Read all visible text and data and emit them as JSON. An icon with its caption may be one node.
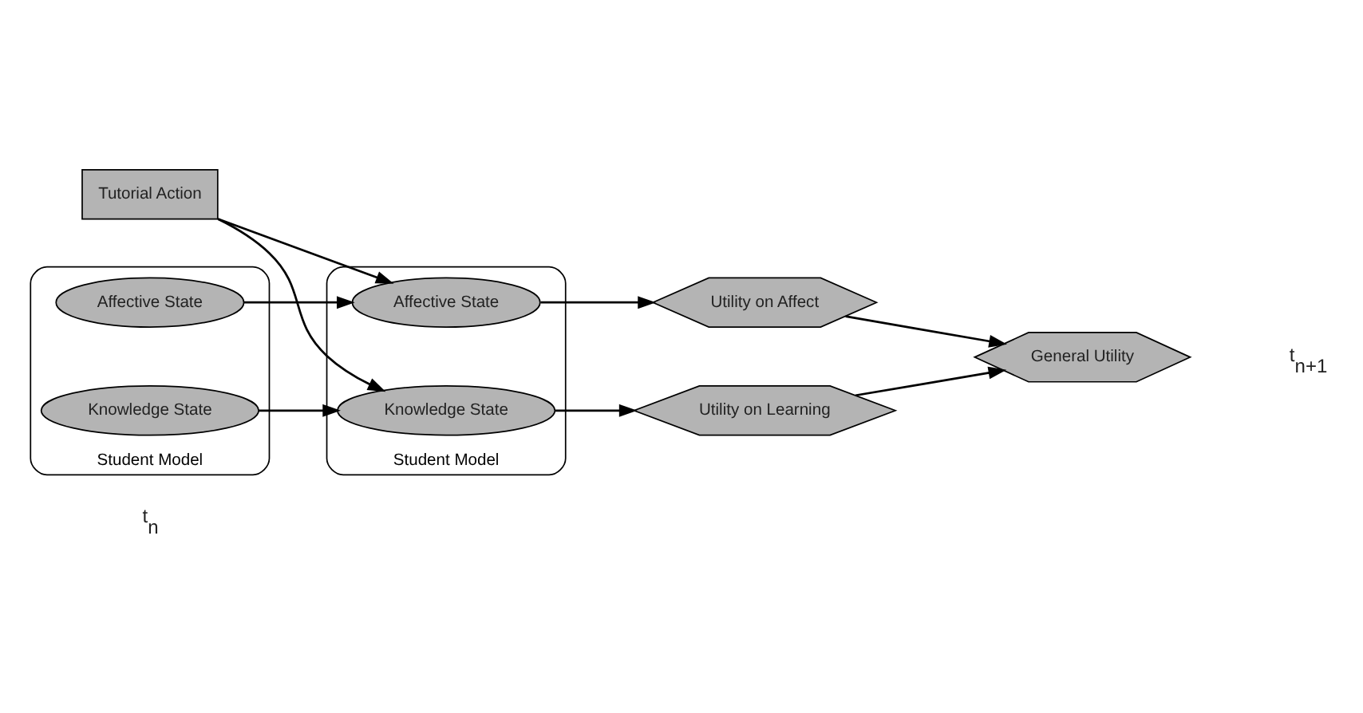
{
  "diagram": {
    "nodes": [
      {
        "text": [
          "Tutorial Action"
        ]
      },
      {
        "text": [
          "Student Model"
        ]
      },
      {
        "text": [
          "Knowledge State"
        ],
        "in": 1
      },
      {
        "text": [
          "Affective State"
        ],
        "in": 1
      },
      {
        "text": [
          "Student Model"
        ]
      },
      {
        "text": [
          "Knowledge State"
        ],
        "in": 4
      },
      {
        "text": [
          "Affective State"
        ],
        "in": 4
      },
      {
        "text": [
          "Utility on Learning"
        ]
      },
      {
        "text": [
          "Utility on Affect"
        ]
      },
      {
        "text": [
          "General Utility"
        ]
      }
    ],
    "edges": [
      {
        "from": 0,
        "to": 5,
        "arrow": "to"
      },
      {
        "from": 0,
        "to": 6,
        "arrow": "to"
      },
      {
        "from": 2,
        "to": 5,
        "arrow": "to"
      },
      {
        "from": 3,
        "to": 6,
        "arrow": "to"
      },
      {
        "from": 5,
        "to": 7,
        "arrow": "to"
      },
      {
        "from": 6,
        "to": 8,
        "arrow": "to"
      },
      {
        "from": 7,
        "to": 9,
        "arrow": "to"
      },
      {
        "from": 8,
        "to": 9,
        "arrow": "to"
      }
    ],
    "labels": [
      "t$_{n}$",
      "t$_{n+1}$"
    ]
  }
}
